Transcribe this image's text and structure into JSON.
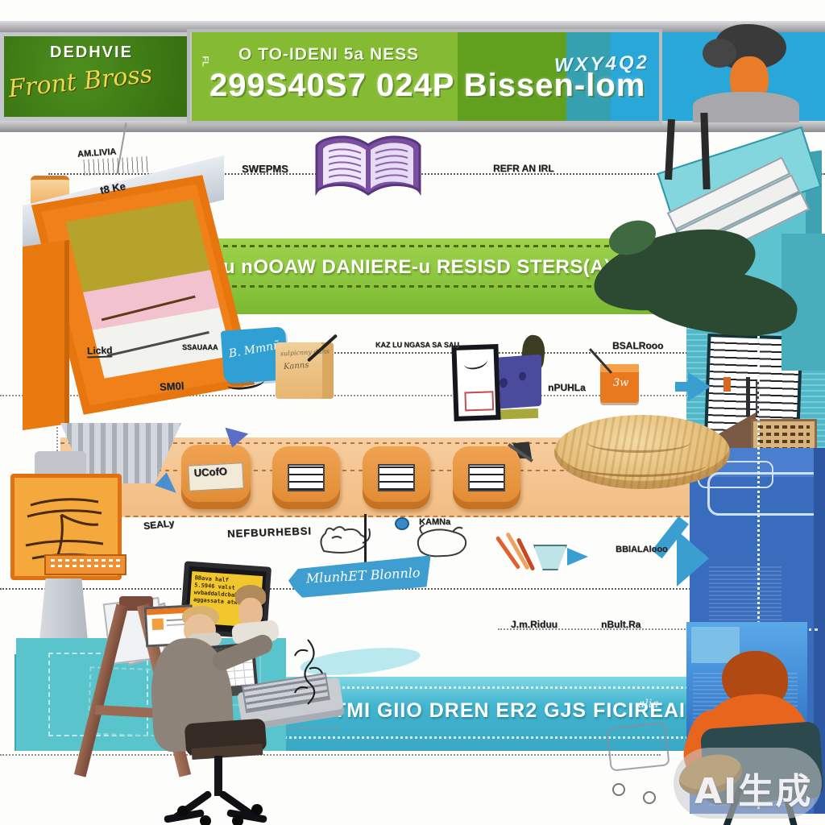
{
  "watermark": "AI生成",
  "palette": {
    "header_green_dark": "#3d7a12",
    "header_green_lime": "#85bb33",
    "header_blue": "#29a7d8",
    "orange_structure": "#f0811a",
    "green_band": "#8cc63e",
    "peach_band": "#f5c592",
    "cyan_band": "#41b4cf",
    "royal_blue_column": "#3a6cbe",
    "teal_machine": "#5cc3cf",
    "purple_book": "#7b4fa0",
    "arrow_blue": "#3a9fd0"
  },
  "header": {
    "left_title": "DEDHVIE",
    "left_script": "Front Bross",
    "center_side": "FL",
    "center_top": "O TO-IDENI 5a NESS",
    "center_main": "299S40S7 024P Bissen-lom",
    "right_code": "WXY4Q2"
  },
  "labels": {
    "tl_scribble": "AM.LIVIA",
    "tl_scribble2": "t8 Ke",
    "systems_left": "SWEPMS",
    "systems_right": "REFR AN IRL",
    "green_band_text": "Ju nOOAW DANIERE-u RESISD STERS(A)-| WMIS",
    "row2_lickd": "Lickd",
    "row2_ssauaaa": "SSAUAAA",
    "row2_kaz": "KAZ LU NGASA SA SAU",
    "row2_bsalr": "BSALRooo",
    "note_script": "B. Mmnñ",
    "box_script1": "sulpicnny duns",
    "box_script2": "Kanns",
    "row3_smol": "SM0l",
    "row3_npuhla": "nPUHLa",
    "button1_label": "UCofO",
    "row4_sealy": "SEALy",
    "row4_nefbur": "NEFBURHEBSI",
    "row4_kamna": "KAMNa",
    "ribbon_script": "MlunhET Blonnlo",
    "row4_bbial": "BBlALAlooo",
    "row5_jmridu": "J.m.Riduu",
    "row5_nbulra": "nBult.Ra",
    "orange_box_script": "3w",
    "cyan_band_text": "TMI GIIO DREN ER2 GJS FICIREAIIA",
    "column_script": "alia",
    "monitor_line1": "BBava  half",
    "monitor_line2": "5.5946  valst",
    "monitor_line3": "wvbaddaldcbahplchaa",
    "monitor_line4": "aggassata atw"
  }
}
